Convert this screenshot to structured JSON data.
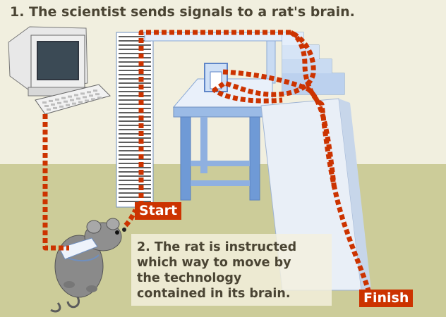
{
  "captions": {
    "step1": "1. The scientist sends signals to a rat's brain.",
    "step2": "2. The rat is instructed\nwhich way to move by\nthe technology\ncontained in its brain."
  },
  "labels": {
    "start": "Start",
    "finish": "Finish"
  },
  "colors": {
    "wall": "#f1efdf",
    "floor": "#cccc99",
    "signal_path": "#cc3300",
    "label_bg": "#cc3300",
    "text": "#4a4433",
    "apparatus": "#7fa7d9"
  },
  "icons": {
    "computer": "computer-icon",
    "rat": "rat-icon"
  }
}
